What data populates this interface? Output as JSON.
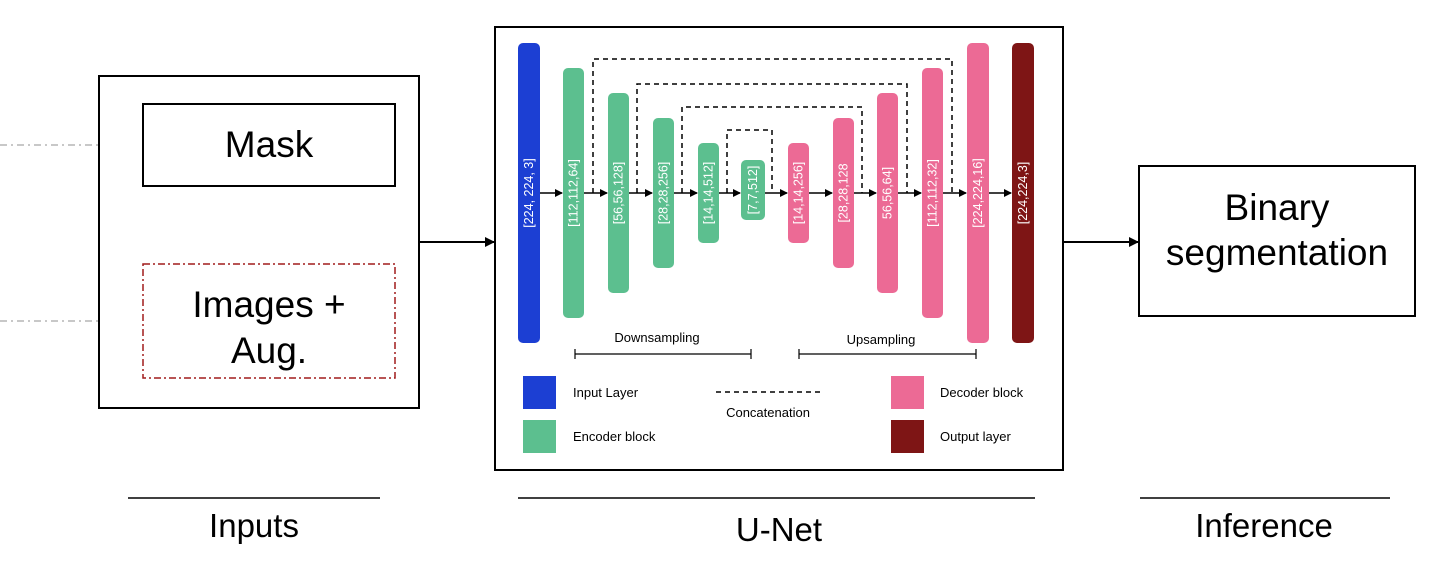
{
  "inputs": {
    "mask_label": "Mask",
    "images_label_line1": "Images +",
    "images_label_line2": "Aug.",
    "section_caption": "Inputs"
  },
  "unet": {
    "section_caption": "U-Net",
    "blocks": [
      {
        "kind": "input",
        "label": "[224, 224, 3]"
      },
      {
        "kind": "encoder",
        "label": "[112,112,64]"
      },
      {
        "kind": "encoder",
        "label": "[56,56,128]"
      },
      {
        "kind": "encoder",
        "label": "[28,28,256]"
      },
      {
        "kind": "encoder",
        "label": "[14,14,512]"
      },
      {
        "kind": "encoder",
        "label": "[7,7,512]"
      },
      {
        "kind": "decoder",
        "label": "[14,14,256]"
      },
      {
        "kind": "decoder",
        "label": "[28,28,128"
      },
      {
        "kind": "decoder",
        "label": "56,56,64]"
      },
      {
        "kind": "decoder",
        "label": "[112,112,32]"
      },
      {
        "kind": "decoder",
        "label": "[224,224,16]"
      },
      {
        "kind": "output",
        "label": "[224,224,3]"
      }
    ],
    "downsampling_label": "Downsampling",
    "upsampling_label": "Upsampling",
    "legend": {
      "input_layer": "Input Layer",
      "encoder_block": "Encoder block",
      "concatenation": "Concatenation",
      "decoder_block": "Decoder block",
      "output_layer": "Output layer"
    }
  },
  "inference": {
    "label_line1": "Binary",
    "label_line2": "segmentation",
    "section_caption": "Inference"
  },
  "colors": {
    "input": "#1c3fd3",
    "encoder": "#5cbf8f",
    "decoder": "#ec6a95",
    "output": "#7e1515",
    "images_border": "#a01c1c",
    "dashed_arrow": "#b5b5b5"
  }
}
